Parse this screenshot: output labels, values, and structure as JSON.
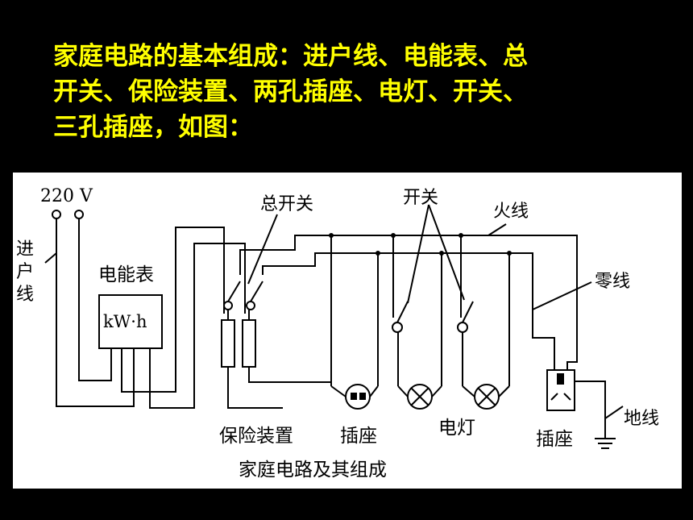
{
  "heading": {
    "lines": [
      "家庭电路的基本组成：进户线、电能表、总",
      "开关、保险装置、两孔插座、电灯、开关、",
      "三孔插座，如图："
    ]
  },
  "diagram": {
    "voltage": "220 V",
    "incoming_line": [
      "进",
      "户",
      "线"
    ],
    "meter_label": "电能表",
    "meter_unit": "kW·h",
    "main_switch": "总开关",
    "switch": "开关",
    "live_wire": "火线",
    "neutral_wire": "零线",
    "fuse": "保险装置",
    "socket_two_pin": "插座",
    "lamp": "电灯",
    "socket_three_pin": "插座",
    "ground_wire": "地线",
    "caption": "家庭电路及其组成"
  },
  "colors": {
    "background": "#000000",
    "heading": "#ffff00",
    "panel": "#ffffff",
    "wire": "#000000"
  }
}
